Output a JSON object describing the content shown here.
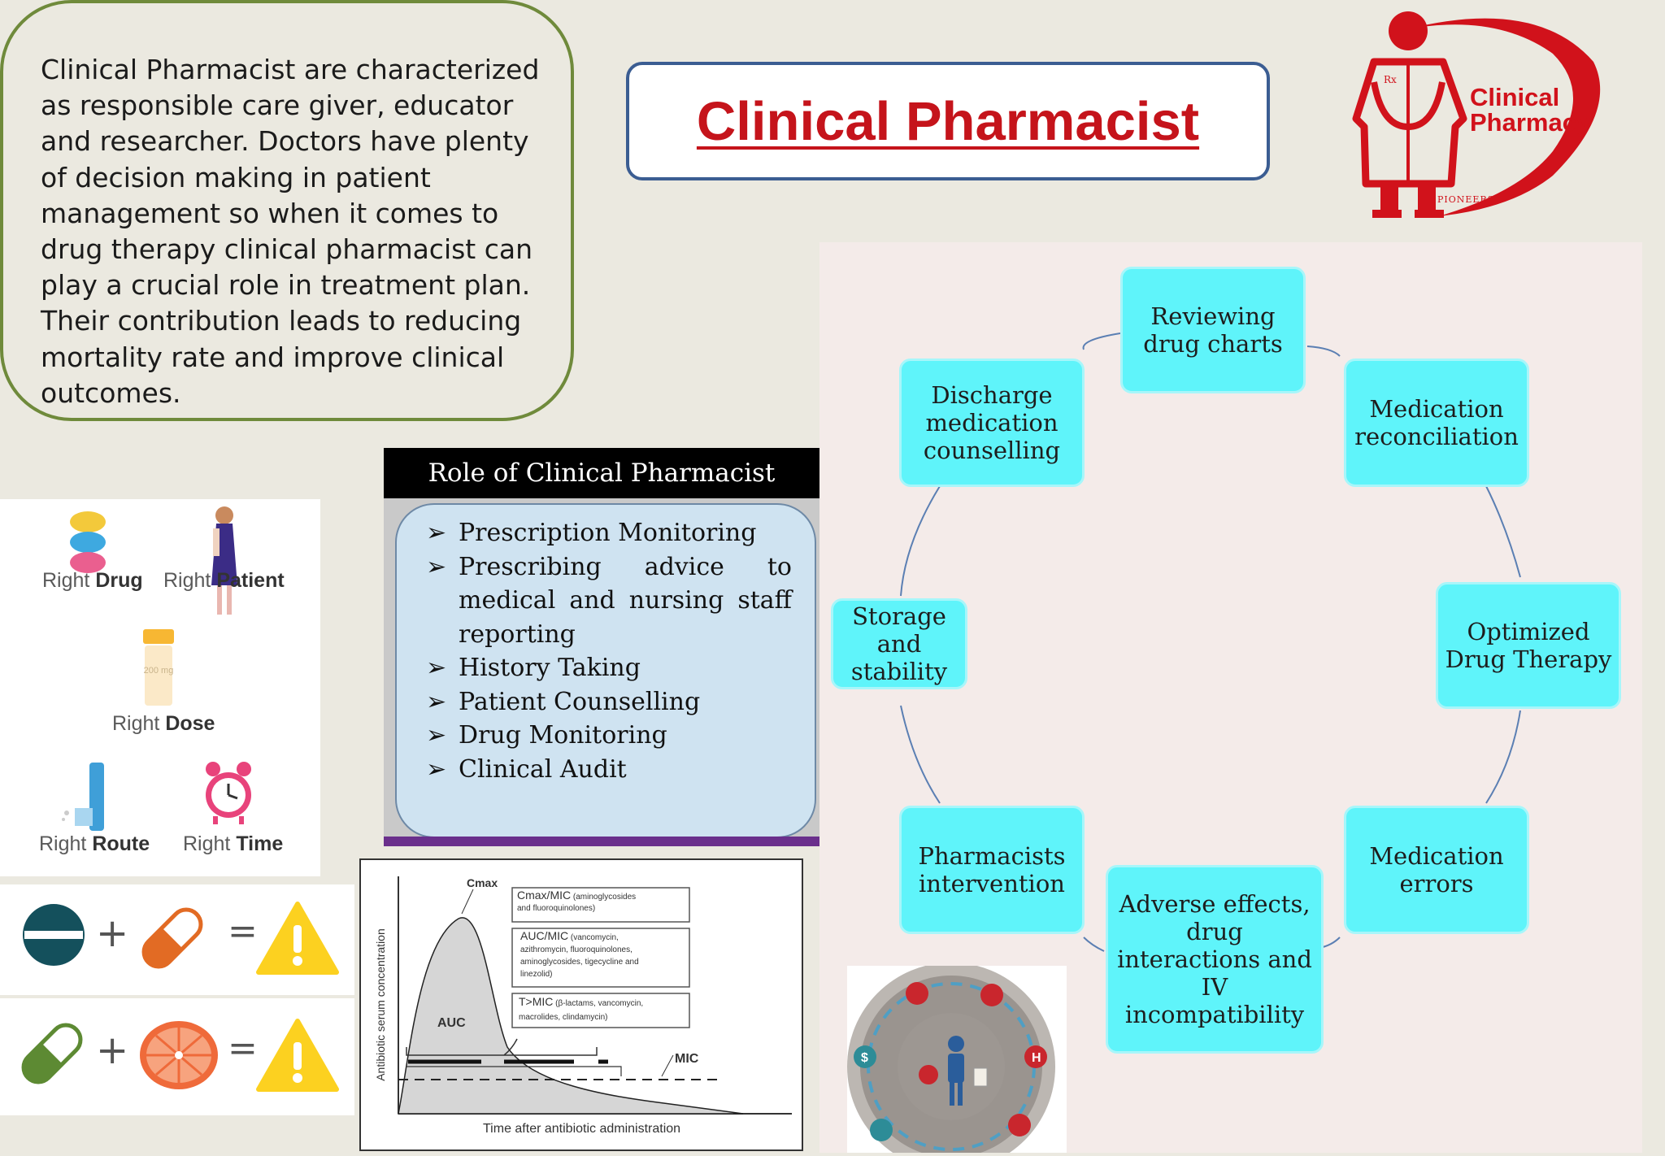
{
  "intro": {
    "text": "Clinical Pharmacist are characterized as responsible care giver, educator and researcher. Doctors have plenty of decision making in patient management so when it comes to drug therapy clinical pharmacist can play a crucial role in treatment plan. Their contribution leads to reducing mortality rate and improve clinical outcomes."
  },
  "title": "Clinical Pharmacist",
  "logo": {
    "line1": "Clinical",
    "line2": "Pharmacy",
    "tagline": "PIONEERS",
    "rx": "Rx",
    "color": "#d1121b"
  },
  "cycle": {
    "nodes": [
      "Reviewing drug charts",
      "Medication reconciliation",
      "Optimized Drug Therapy",
      "Medication errors",
      "Adverse effects, drug interactions and IV incompatibility",
      "Pharmacists intervention",
      "Storage and stability",
      "Discharge medication counselling"
    ],
    "node_color": "#5ff4fa",
    "line_color": "#5b7fb3"
  },
  "role": {
    "header": "Role of Clinical Pharmacist",
    "bullet": "➢",
    "items": [
      "Prescription Monitoring",
      "Prescribing advice to",
      "medical and nursing staff",
      "reporting",
      "History Taking",
      "Patient Counselling",
      "Drug Monitoring",
      "Clinical Audit"
    ]
  },
  "rights": {
    "right_word": "Right",
    "drug": "Drug",
    "patient": "Patient",
    "dose": "Dose",
    "route": "Route",
    "time": "Time",
    "pill_text": "200 mg"
  },
  "interactions": {
    "plus": "+",
    "equals": "="
  },
  "pk_chart": {
    "ylabel": "Antibiotic serum concentration",
    "xlabel": "Time after antibiotic administration",
    "cmax": "Cmax",
    "auc": "AUC",
    "mic": "MIC",
    "box1_title": "Cmax/MIC",
    "box1_sub": "(aminoglycosides",
    "box1_line2": "and fluoroquinolones)",
    "box2_title": "AUC/MIC",
    "box2_sub": "(vancomycin,",
    "box2_line2": "azithromycin, fluoroquinolones,",
    "box2_line3": "aminoglycosides, tigecycline and",
    "box2_line4": "linezolid)",
    "box3_title": "T>MIC",
    "box3_sub": "(β-lactams, vancomycin,",
    "box3_line2": "macrolides, clindamycin)"
  },
  "wheel": {
    "hospital_letter": "H",
    "dollar": "$"
  }
}
